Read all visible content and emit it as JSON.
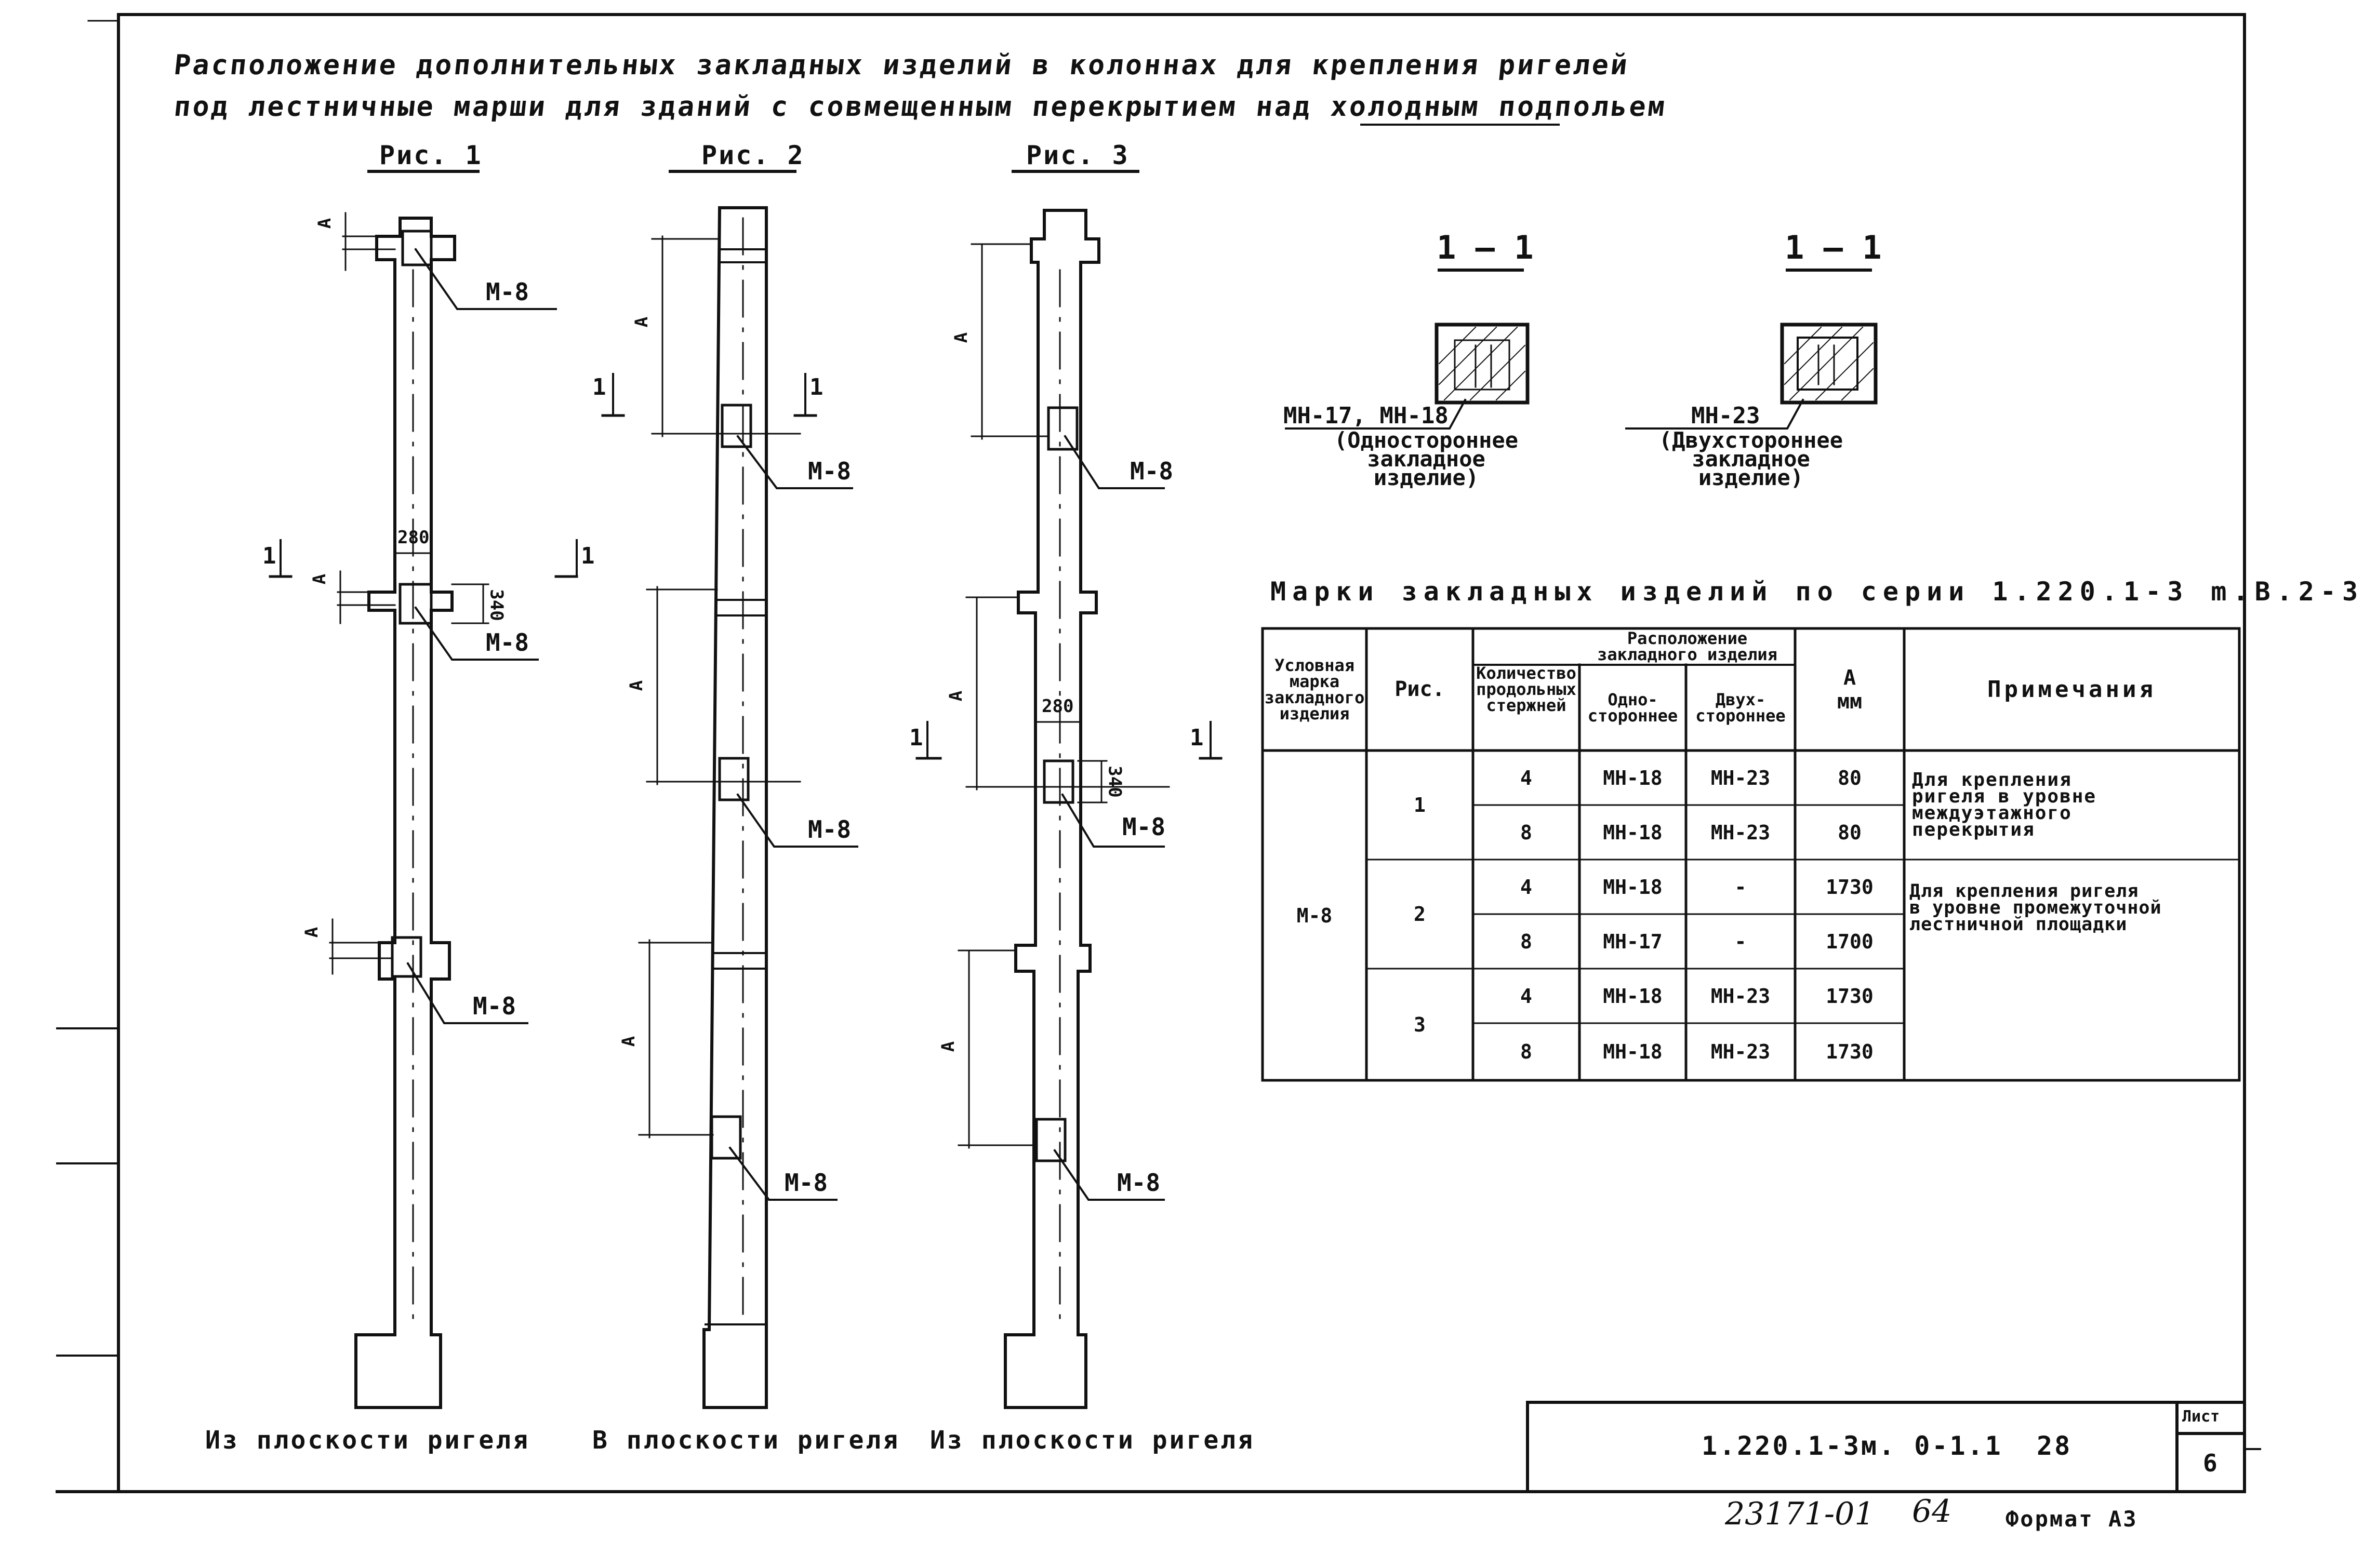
{
  "title": {
    "line1": "Расположение дополнительных закладных изделий в колоннах для крепления ригелей",
    "line2": "под лестничные марши для зданий с совмещенным перекрытием над холодным подпольем"
  },
  "figures": [
    {
      "label": "Рис. 1",
      "caption": "Из плоскости ригеля"
    },
    {
      "label": "Рис. 2",
      "caption": "В плоскости ригеля"
    },
    {
      "label": "Рис. 3",
      "caption": "Из плоскости ригеля"
    }
  ],
  "marks": {
    "m8": "М-8",
    "dim_a": "А",
    "dim_280": "280",
    "dim_340": "340",
    "cut_mark": "1"
  },
  "sections": [
    {
      "title": "1 — 1",
      "label": "МН-17, МН-18",
      "caption": [
        "(Одностороннее",
        "закладное",
        "изделие)"
      ]
    },
    {
      "title": "1 — 1",
      "label": "МН-23",
      "caption": [
        "(Двухстороннее",
        "закладное",
        "изделие)"
      ]
    }
  ],
  "series_title": "Марки закладных изделий по серии 1.220.1-3 m.В.2-3",
  "table": {
    "headers": {
      "mark": [
        "Условная",
        "марка",
        "закладного",
        "изделия"
      ],
      "fig": "Рис.",
      "count": [
        "Количество",
        "продольных",
        "стержней"
      ],
      "placement": [
        "Расположение",
        "закладного изделия"
      ],
      "one_side": [
        "Одно-",
        "стороннее"
      ],
      "two_side": [
        "Двух-",
        "стороннее"
      ],
      "a": [
        "А",
        "мм"
      ],
      "notes": "Примечания"
    },
    "mark_value": "М-8",
    "groups": [
      {
        "fig": "1",
        "rows": [
          {
            "count": "4",
            "one": "МН-18",
            "two": "МН-23",
            "a": "80"
          },
          {
            "count": "8",
            "one": "МН-18",
            "two": "МН-23",
            "a": "80"
          }
        ]
      },
      {
        "fig": "2",
        "rows": [
          {
            "count": "4",
            "one": "МН-18",
            "two": "-",
            "a": "1730"
          },
          {
            "count": "8",
            "one": "МН-17",
            "two": "-",
            "a": "1700"
          }
        ]
      },
      {
        "fig": "3",
        "rows": [
          {
            "count": "4",
            "one": "МН-18",
            "two": "МН-23",
            "a": "1730"
          },
          {
            "count": "8",
            "one": "МН-18",
            "two": "МН-23",
            "a": "1730"
          }
        ]
      }
    ],
    "notes": [
      [
        "Для крепления",
        "ригеля в уровне",
        "междуэтажного",
        "перекрытия"
      ],
      [
        "Для крепления ригеля",
        "в уровне промежуточной",
        "лестничной площадки"
      ]
    ]
  },
  "stamp": {
    "code": "1.220.1-3м. 0-1.1",
    "page": "28",
    "sheet_label": "Лист",
    "sheet_num": "6"
  },
  "footer": {
    "handwritten": "23171-01",
    "handwritten2": "64",
    "format": "Формат А3"
  }
}
